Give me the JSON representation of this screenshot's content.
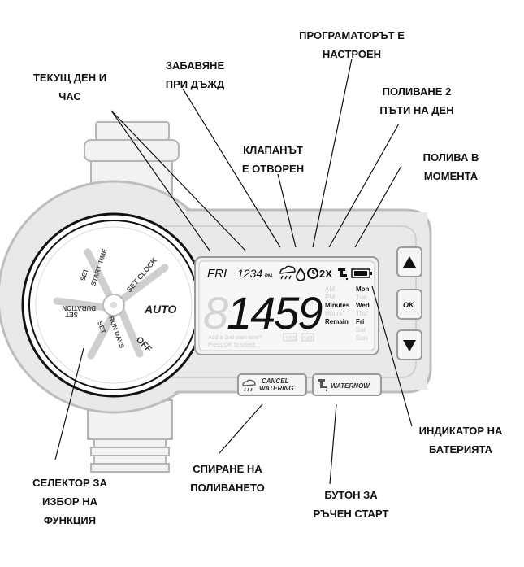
{
  "callouts": {
    "current_day_time": "ТЕКУЩ ДЕН И\nЧАС",
    "rain_delay": "ЗАБАВЯНЕ\nПРИ ДЪЖД",
    "programmer_set": "ПРОГРАМАТОРЪТ Е\nНАСТРОЕН",
    "water_twice": "ПОЛИВАНЕ 2\nПЪТИ НА ДЕН",
    "valve_open": "КЛАПАНЪТ\nЕ ОТВОРЕН",
    "watering_now": "ПОЛИВА В\nМОМЕНТА",
    "battery_indicator": "ИНДИКАТОР НА\nБАТЕРИЯТА",
    "function_selector": "СЕЛЕКТОР ЗА\nИЗБОР НА\nФУНКЦИЯ",
    "stop_watering": "СПИРАНЕ НА\nПОЛИВАНЕТО",
    "manual_start": "БУТОН ЗА\nРЪЧЕН СТАРТ"
  },
  "lcd": {
    "day": "FRI",
    "time": "1234",
    "pm": "PM",
    "twice": "2X",
    "big_digits": "1459",
    "am": "AM",
    "pm_small": "PM",
    "minutes": "Minutes",
    "hours": "Hours",
    "remain": "Remain",
    "days": [
      "Mon",
      "Tue",
      "Wed",
      "Thu",
      "Fri",
      "Sat",
      "Sun"
    ],
    "hint_line1": "Add a 2nd start time?",
    "hint_line2": "Press OK to select.",
    "yes": "YES",
    "no": "NO"
  },
  "dial": {
    "set_clock": "SET CLOCK",
    "start_time": "START TIME",
    "set_start": "SET",
    "set_duration": "SET",
    "duration": "DURATION",
    "run_days": "RUN DAYS",
    "set_run": "SET",
    "auto": "AUTO",
    "off": "OFF"
  },
  "buttons": {
    "up_icon": "triangle-up",
    "ok": "OK",
    "down_icon": "triangle-down",
    "cancel_line1": "CANCEL",
    "cancel_line2": "WATERING",
    "water_now": "WATERNOW"
  }
}
